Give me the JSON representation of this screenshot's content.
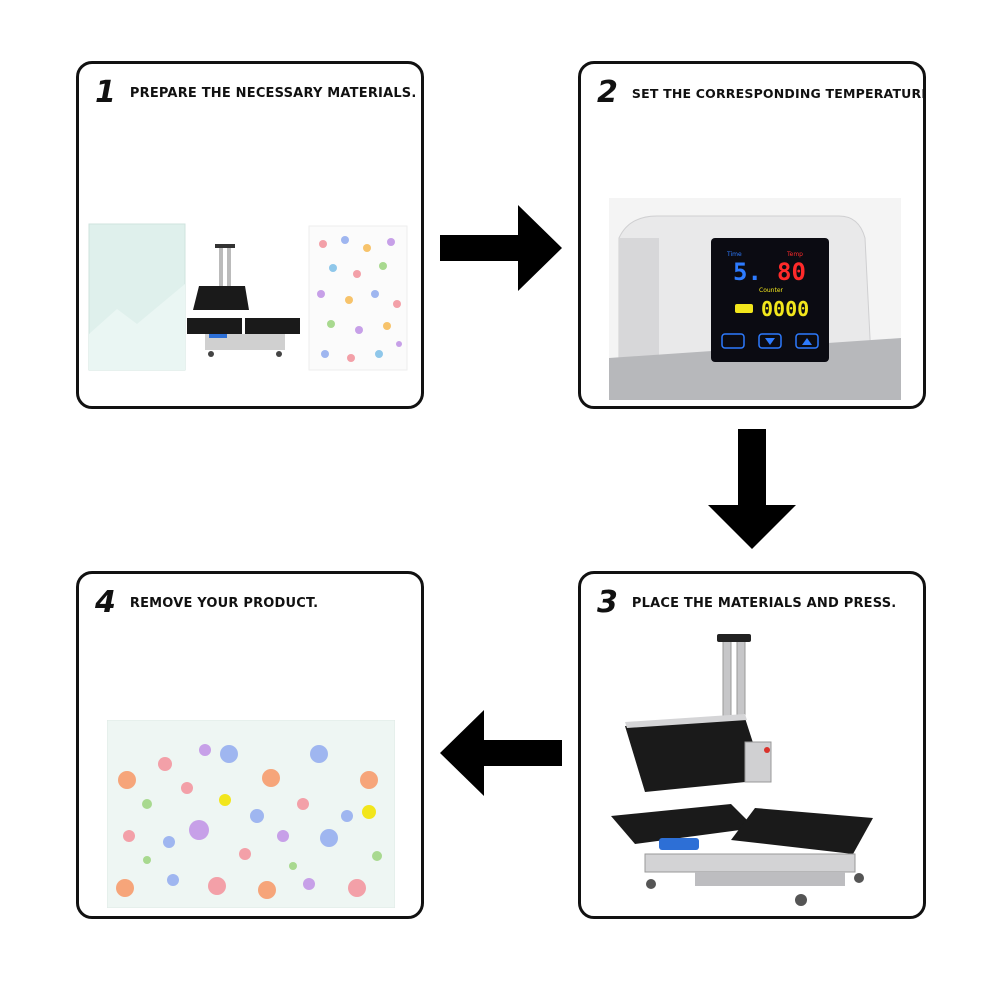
{
  "steps": [
    {
      "number": "1",
      "title": "PREPARE THE NECESSARY MATERIALS."
    },
    {
      "number": "2",
      "title": "SET THE CORRESPONDING TEMPERATURE."
    },
    {
      "number": "3",
      "title": "PLACE THE MATERIALS AND PRESS."
    },
    {
      "number": "4",
      "title": "REMOVE YOUR PRODUCT."
    }
  ],
  "display": {
    "time": "5.",
    "temp": "80",
    "counter": "0000",
    "label_time": "Time",
    "label_temp": "Temp",
    "label_counter": "Counter"
  },
  "colors": {
    "card_border": "#111111",
    "arrow": "#000000",
    "display_bg": "#0b0b12",
    "display_red": "#ff2a2a",
    "display_yellow": "#f2e61c",
    "display_blue": "#2d7bff",
    "glass_tint": "#dff0ec"
  }
}
